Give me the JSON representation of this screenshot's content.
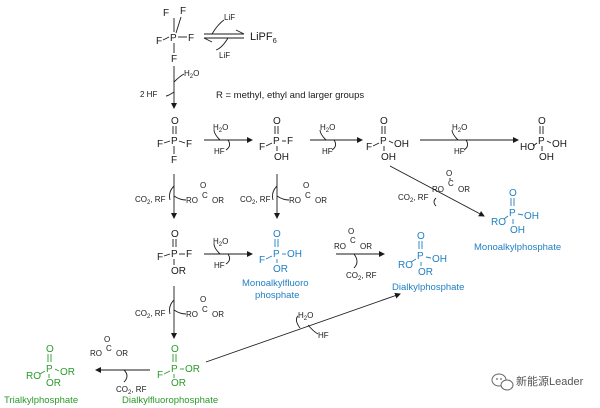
{
  "reagents": {
    "lif": "LiF",
    "lipf6": "LiPF",
    "lipf6_sub": "6",
    "h2o": "H",
    "h2o_sub": "2",
    "h2o_tail": "O",
    "two_hf": "2 HF",
    "hf": "HF",
    "co2_rf": "CO",
    "co2_sub": "2",
    "co2_tail": ", RF"
  },
  "note": "R = methyl, ethyl and larger groups",
  "labels": {
    "monoalkylfluoro_1": "Monoalkylfluoro",
    "monoalkylfluoro_2": "phosphate",
    "dialkylphosphate": "Dialkylphosphate",
    "monoalkylphosphate": "Monoalkylphosphate",
    "trialkylphosphate": "Trialkylphosphate",
    "dialkylfluorophosphate": "Dialkylfluorophosphate"
  },
  "atoms": {
    "P": "P",
    "O": "O",
    "F": "F",
    "OH": "OH",
    "HO": "HO",
    "RO": "RO",
    "OR": "OR",
    "ROC": "RO",
    "C": "C"
  },
  "watermark": "新能源Leader",
  "colors": {
    "black": "#1a1a1a",
    "blue": "#1f7fc3",
    "green": "#2a9a2a"
  }
}
